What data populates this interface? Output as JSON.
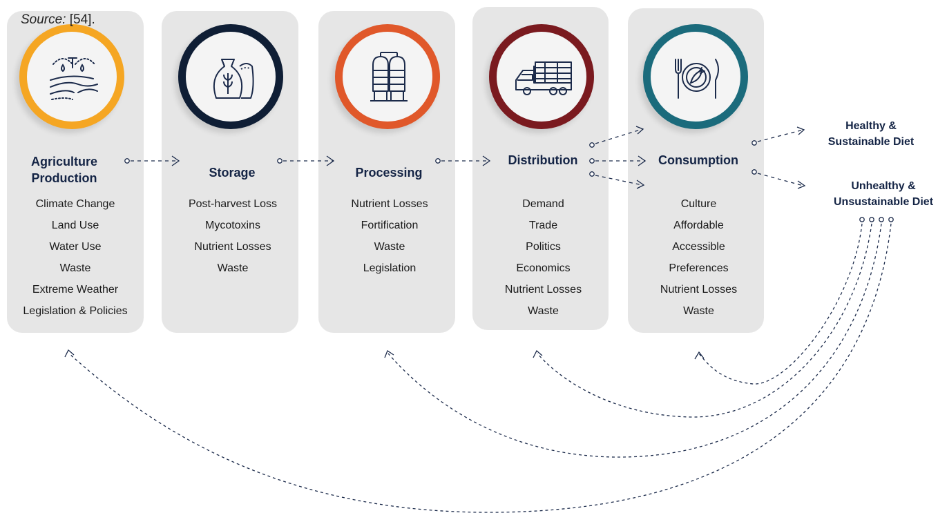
{
  "source": {
    "label": "Source:",
    "ref": "[54]."
  },
  "stages": [
    {
      "title": "Agriculture Production",
      "icon": "irrigation-field-icon",
      "color": "#f5a623",
      "factors": [
        "Climate Change",
        "Land Use",
        "Water Use",
        "Waste",
        "Extreme Weather",
        "Legislation & Policies"
      ]
    },
    {
      "title": "Storage",
      "icon": "grain-sack-icon",
      "color": "#0f1e35",
      "factors": [
        "Post-harvest Loss",
        "Mycotoxins",
        "Nutrient Losses",
        "Waste"
      ]
    },
    {
      "title": "Processing",
      "icon": "silo-icon",
      "color": "#e0582a",
      "factors": [
        "Nutrient Losses",
        "Fortification",
        "Waste",
        "Legislation"
      ]
    },
    {
      "title": "Distribution",
      "icon": "truck-icon",
      "color": "#7a1a1f",
      "factors": [
        "Demand",
        "Trade",
        "Politics",
        "Economics",
        "Nutrient Losses",
        "Waste"
      ]
    },
    {
      "title": "Consumption",
      "icon": "plate-cutlery-icon",
      "color": "#1b6b7c",
      "factors": [
        "Culture",
        "Affordable",
        "Accessible",
        "Preferences",
        "Nutrient Losses",
        "Waste"
      ]
    }
  ],
  "outcomes": {
    "healthy": "Healthy & Sustainable Diet",
    "unhealthy": "Unhealthy & Unsustainable Diet"
  }
}
